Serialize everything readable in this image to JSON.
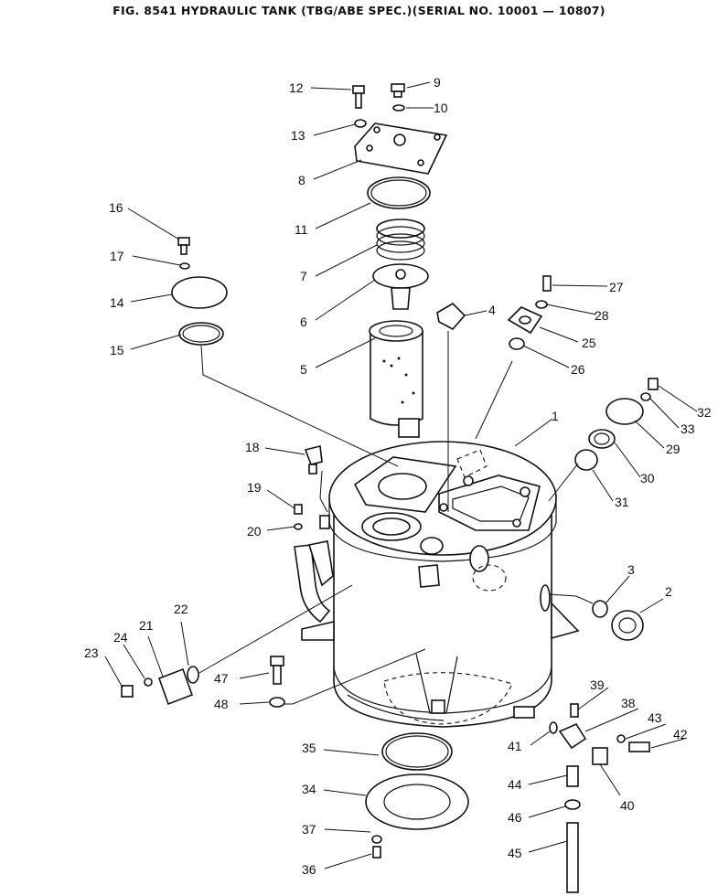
{
  "title": "FIG. 8541  HYDRAULIC TANK (TBG/ABE SPEC.)(SERIAL NO.  10001 — 10807)",
  "callouts": [
    "1",
    "2",
    "3",
    "4",
    "5",
    "6",
    "7",
    "8",
    "9",
    "10",
    "11",
    "12",
    "13",
    "14",
    "15",
    "16",
    "17",
    "18",
    "19",
    "20",
    "21",
    "22",
    "23",
    "24",
    "25",
    "26",
    "27",
    "28",
    "29",
    "30",
    "31",
    "32",
    "33",
    "34",
    "35",
    "36",
    "37",
    "38",
    "39",
    "40",
    "41",
    "42",
    "43",
    "44",
    "45",
    "46",
    "47",
    "48"
  ]
}
